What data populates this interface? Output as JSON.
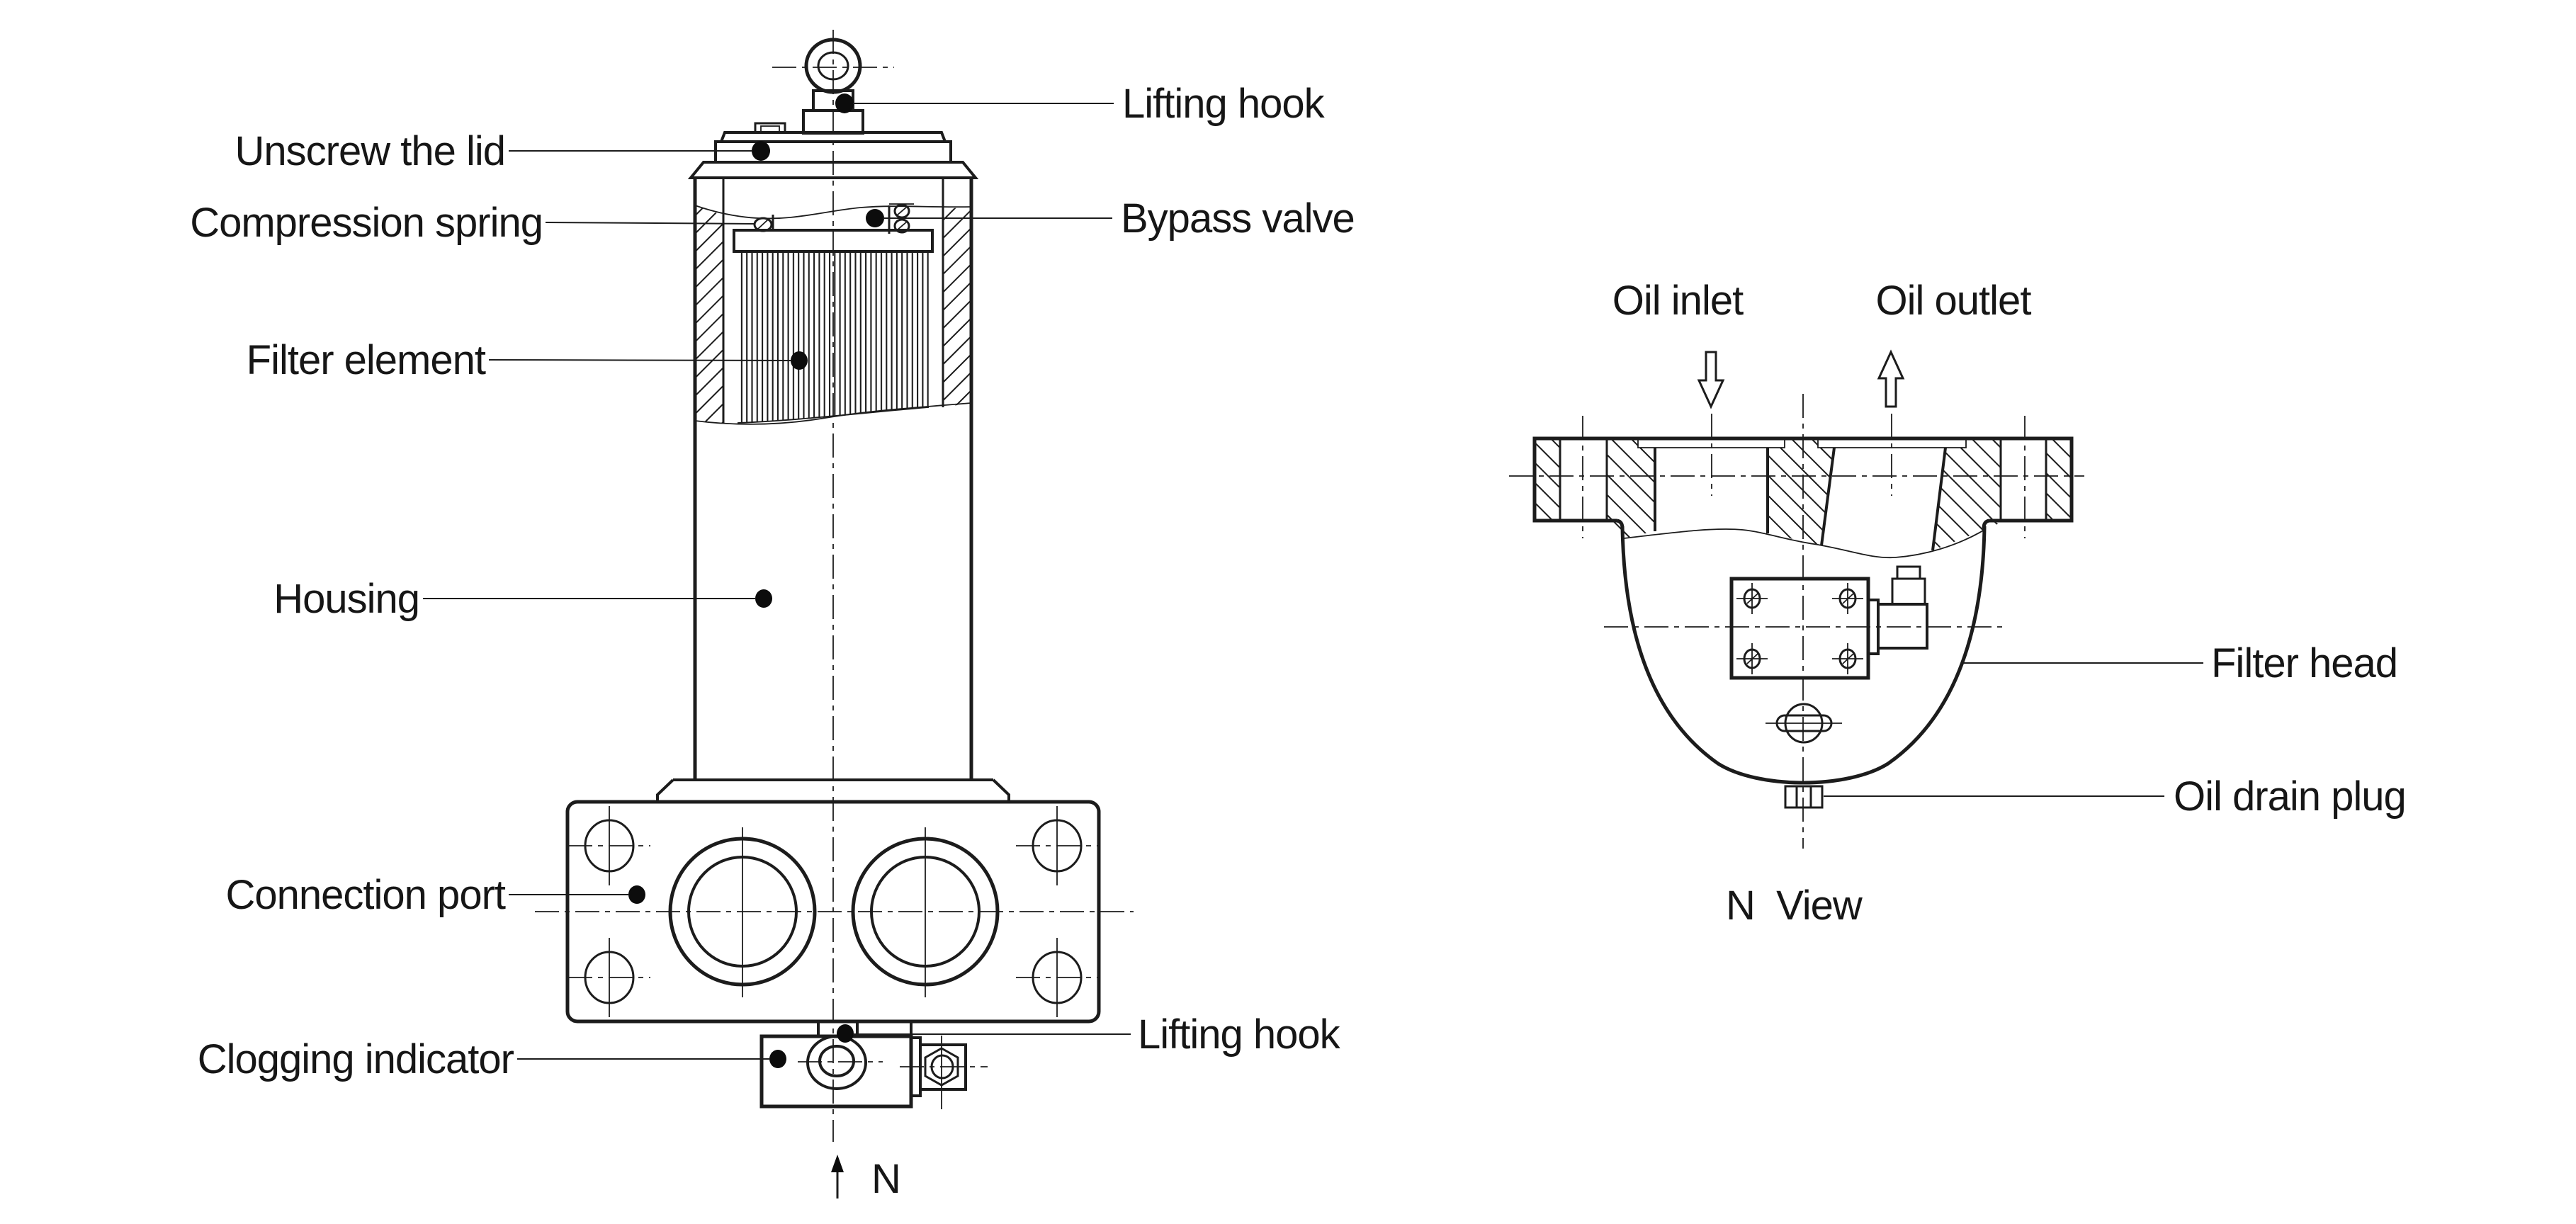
{
  "figure": {
    "type": "engineering-diagram",
    "subject": "Pipeline oil filter - sectioned front view and N view of filter head",
    "colors": {
      "ink": "#1c1c1c",
      "background": "#ffffff"
    }
  },
  "icons": {
    "view_direction_arrow_icon": "↑",
    "oil_inlet_flow_arrow_icon": "⇩",
    "oil_outlet_flow_arrow_icon": "⇧"
  },
  "front_view": {
    "labels": {
      "lifting_hook_top": "Lifting hook",
      "unscrew_lid": "Unscrew the lid",
      "compression_spring": "Compression spring",
      "bypass_valve": "Bypass valve",
      "filter_element": "Filter element",
      "housing": "Housing",
      "connection_port": "Connection port",
      "clogging_indicator": "Clogging indicator",
      "lifting_hook_bottom": "Lifting hook",
      "view_direction_letter": "N"
    }
  },
  "n_view": {
    "labels": {
      "oil_inlet": "Oil inlet",
      "oil_outlet": "Oil outlet",
      "filter_head": "Filter head",
      "oil_drain_plug": "Oil drain plug",
      "caption": "N  View"
    }
  }
}
